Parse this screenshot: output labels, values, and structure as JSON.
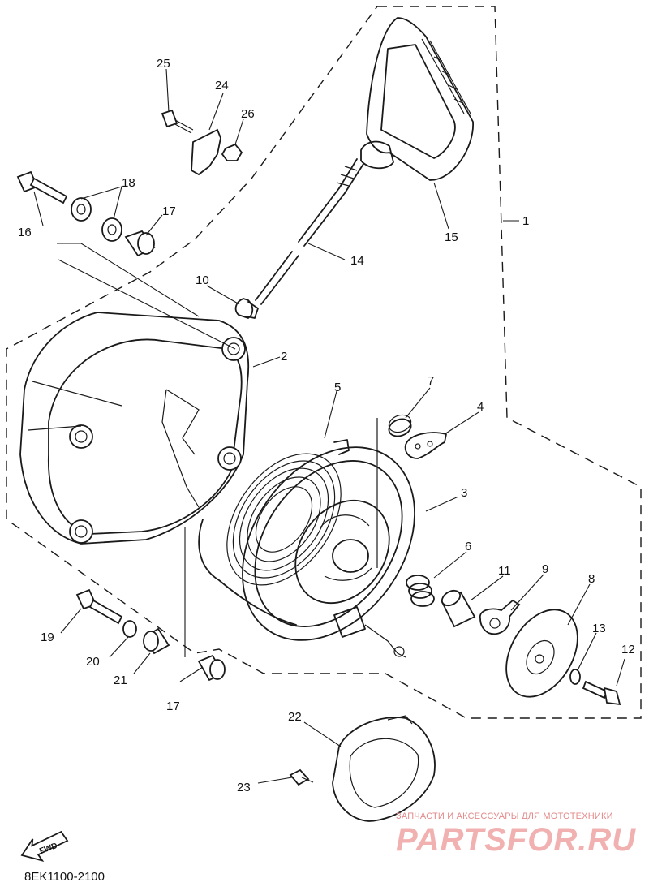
{
  "diagram": {
    "part_numbers": [
      "1",
      "2",
      "3",
      "4",
      "5",
      "6",
      "7",
      "8",
      "9",
      "10",
      "11",
      "12",
      "13",
      "14",
      "15",
      "16",
      "17",
      "17",
      "18",
      "19",
      "20",
      "21",
      "22",
      "23",
      "24",
      "25",
      "26"
    ],
    "front_arrow_label": "FWD",
    "drawing_code": "8EK1100-2100"
  },
  "watermark": {
    "tagline": "ЗАПЧАСТИ И АКСЕССУАРЫ ДЛЯ МОТОТЕХНИКИ",
    "logo_text": "PARTSFOR.RU"
  },
  "colors": {
    "line": "#1a1a1a",
    "watermark_text": "#e38b8b",
    "watermark_logo": "#f2b1b1"
  }
}
